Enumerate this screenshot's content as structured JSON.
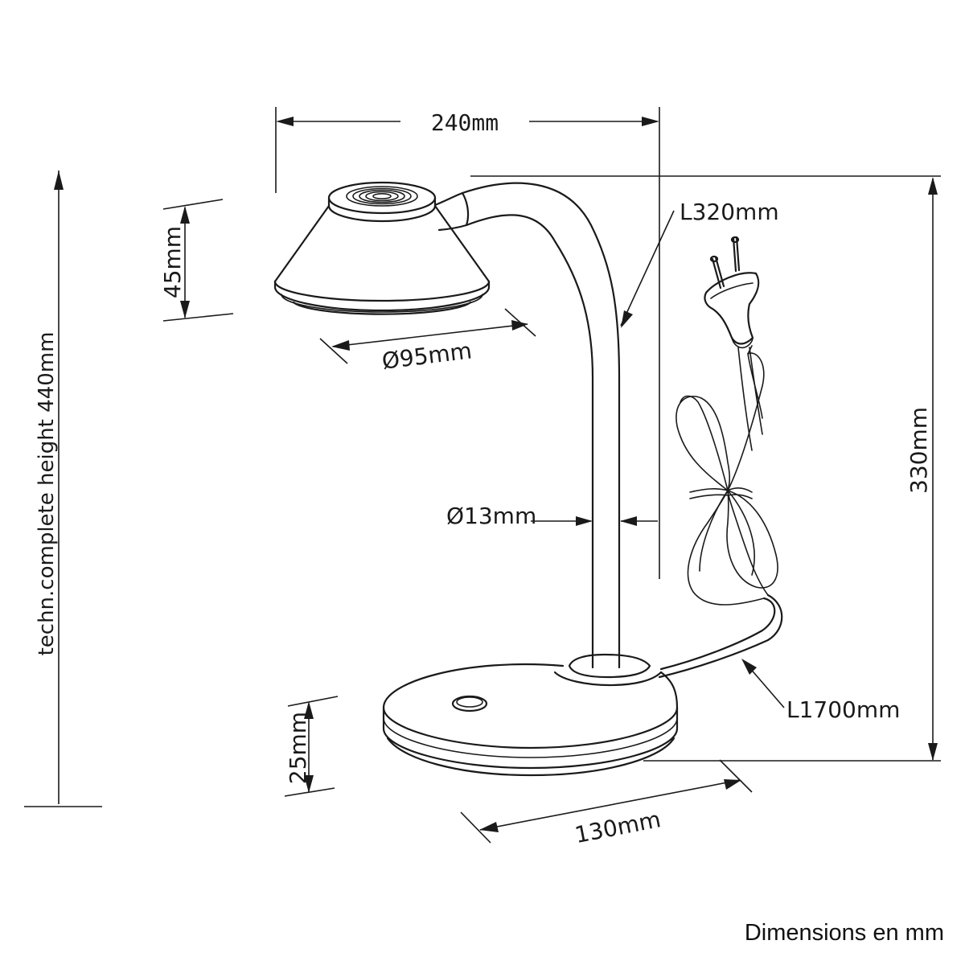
{
  "drawing": {
    "dimensions": {
      "overall_width": "240mm",
      "cable_arm_length": "L320mm",
      "shade_height": "45mm",
      "shade_diameter": "Ø95mm",
      "complete_height": "techn.complete height 440mm",
      "arm_diameter": "Ø13mm",
      "lamp_height": "330mm",
      "cord_length": "L1700mm",
      "base_height": "25mm",
      "base_diameter": "130mm"
    },
    "footer_note": "Dimensions en mm"
  }
}
